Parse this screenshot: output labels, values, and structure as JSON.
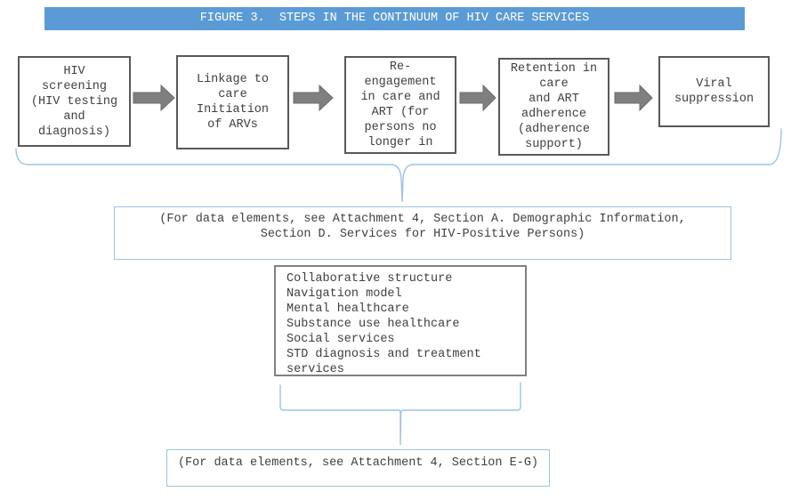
{
  "figure": {
    "title": "FIGURE 3.  STEPS IN THE CONTINUUM OF HIV CARE SERVICES"
  },
  "flow": {
    "boxes": [
      {
        "id": "hiv-screening",
        "lines": [
          "HIV",
          "screening",
          "(HIV testing",
          "and",
          "diagnosis)"
        ]
      },
      {
        "id": "linkage-to-care",
        "lines": [
          "Linkage to",
          "care",
          "Initiation",
          "of ARVs"
        ]
      },
      {
        "id": "re-engagement",
        "lines": [
          "Re-",
          "engagement",
          "in care and",
          "ART (for",
          "persons no",
          "longer in"
        ]
      },
      {
        "id": "retention-in-care",
        "lines": [
          "Retention in",
          "care",
          "and ART",
          "adherence",
          "(adherence",
          "support)"
        ]
      },
      {
        "id": "viral-suppression",
        "lines": [
          "Viral",
          "suppression"
        ]
      }
    ]
  },
  "notes": {
    "attachment_a_d": [
      "(For data elements, see Attachment 4, Section A. Demographic Information,",
      "Section D. Services for HIV-Positive Persons)"
    ],
    "support_services": [
      "Collaborative structure",
      "Navigation model",
      "Mental healthcare",
      "Substance use healthcare",
      "Social services",
      "STD diagnosis and treatment services"
    ],
    "attachment_e_g": "(For data elements, see Attachment 4, Section E-G)"
  },
  "colors": {
    "title_bg": "#5B9BD5",
    "title_text": "#FFFFFF",
    "box_border": "#595959",
    "arrow_fill": "#7F7F7F",
    "brace": "#9DC3E6",
    "note_border": "#9DC3E6",
    "list_border": "#808080",
    "text": "#404040"
  }
}
